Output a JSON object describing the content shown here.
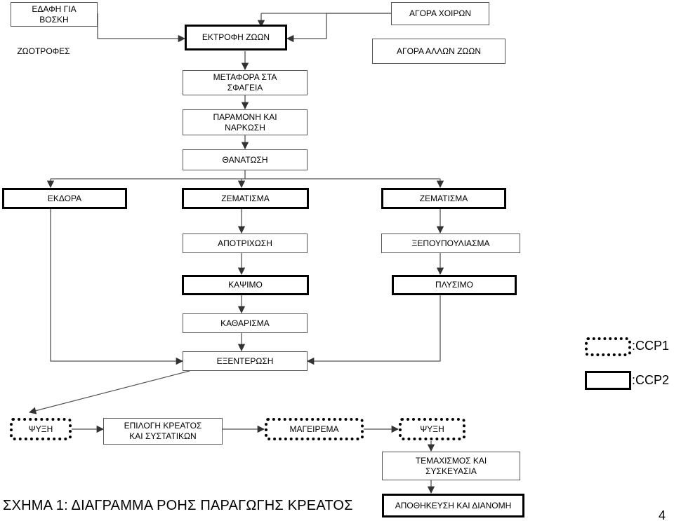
{
  "nodes": {
    "edafi": "ΕΔΑΦΗ ΓΙΑ\nΒΟΣΚΗ",
    "zootrofes": "ΖΩΟΤΡΟΦΕΣ",
    "ektrofi": "ΕΚΤΡΟΦΗ ΖΩΩΝ",
    "agora_xoiron": "ΑΓΟΡΑ ΧΟΙΡΩΝ",
    "agora_allon": "ΑΓΟΡΑ ΑΛΛΩΝ ΖΩΩΝ",
    "metafora": "ΜΕΤΑΦΟΡΑ ΣΤΑ\nΣΦΑΓΕΙΑ",
    "paramoni": "ΠΑΡΑΜΟΝΗ ΚΑΙ\nΝΑΡΚΩΣΗ",
    "thanatosi": "ΘΑΝΑΤΩΣΗ",
    "ekdora": "ΕΚΔΟΡΑ",
    "zematisma1": "ΖΕΜΑΤΙΣΜΑ",
    "zematisma2": "ΖΕΜΑΤΙΣΜΑ",
    "apotrixosi": "ΑΠΟΤΡΙΧΩΣΗ",
    "xepoupouliasma": "ΞΕΠΟΥΠΟΥΛΙΑΣΜΑ",
    "kapsimo": "ΚΑΨΙΜΟ",
    "plysimo": "ΠΛΥΣΙΜΟ",
    "katharisma": "ΚΑΘΑΡΙΣΜΑ",
    "exenterosi": "ΕΞΕΝΤΕΡΩΣΗ",
    "psyxi1": "ΨΥΞΗ",
    "epilogi": "ΕΠΙΛΟΓΗ ΚΡΕΑΤΟΣ\nΚΑΙ ΣΥΣΤΑΤΙΚΩΝ",
    "mageirema": "ΜΑΓΕΙΡΕΜΑ",
    "psyxi2": "ΨΥΞΗ",
    "temaxismos": "ΤΕΜΑΧΙΣΜΟΣ ΚΑΙ\nΣΥΣΚΕΥΑΣΙΑ",
    "apothikeusi": "ΑΠΟΘΗΚΕΥΣΗ ΚΑΙ ΔΙΑΝΟΜΗ"
  },
  "legend": {
    "ccp1_label": ":CCP1",
    "ccp2_label": ":CCP2"
  },
  "caption": "ΣΧΗΜΑ 1: ΔΙΑΓΡΑΜΜΑ ΡΟΗΣ ΠΑΡΑΓΩΓΗΣ ΚΡΕΑΤΟΣ",
  "page_number": "4",
  "colors": {
    "line": "#555555",
    "border": "#000000"
  }
}
